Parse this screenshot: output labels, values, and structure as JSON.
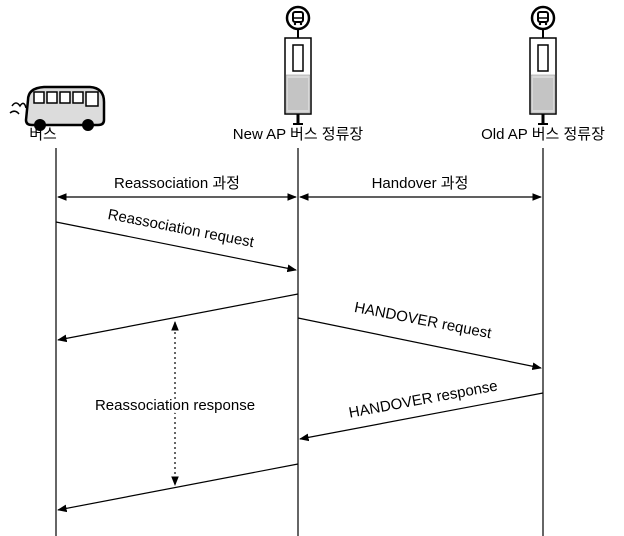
{
  "participants": {
    "bus": "버스",
    "new_ap": "New AP 버스 정류장",
    "old_ap": "Old AP 버스 정류장"
  },
  "phases": {
    "reassociation": "Reassociation 과정",
    "handover": "Handover 과정"
  },
  "messages": {
    "reassoc_request": "Reassociation request",
    "handover_request": "HANDOVER request",
    "handover_response": "HANDOVER response",
    "reassoc_response": "Reassociation response"
  },
  "icons": {
    "bus": "bus-icon",
    "stop": "bus-stop-icon"
  }
}
